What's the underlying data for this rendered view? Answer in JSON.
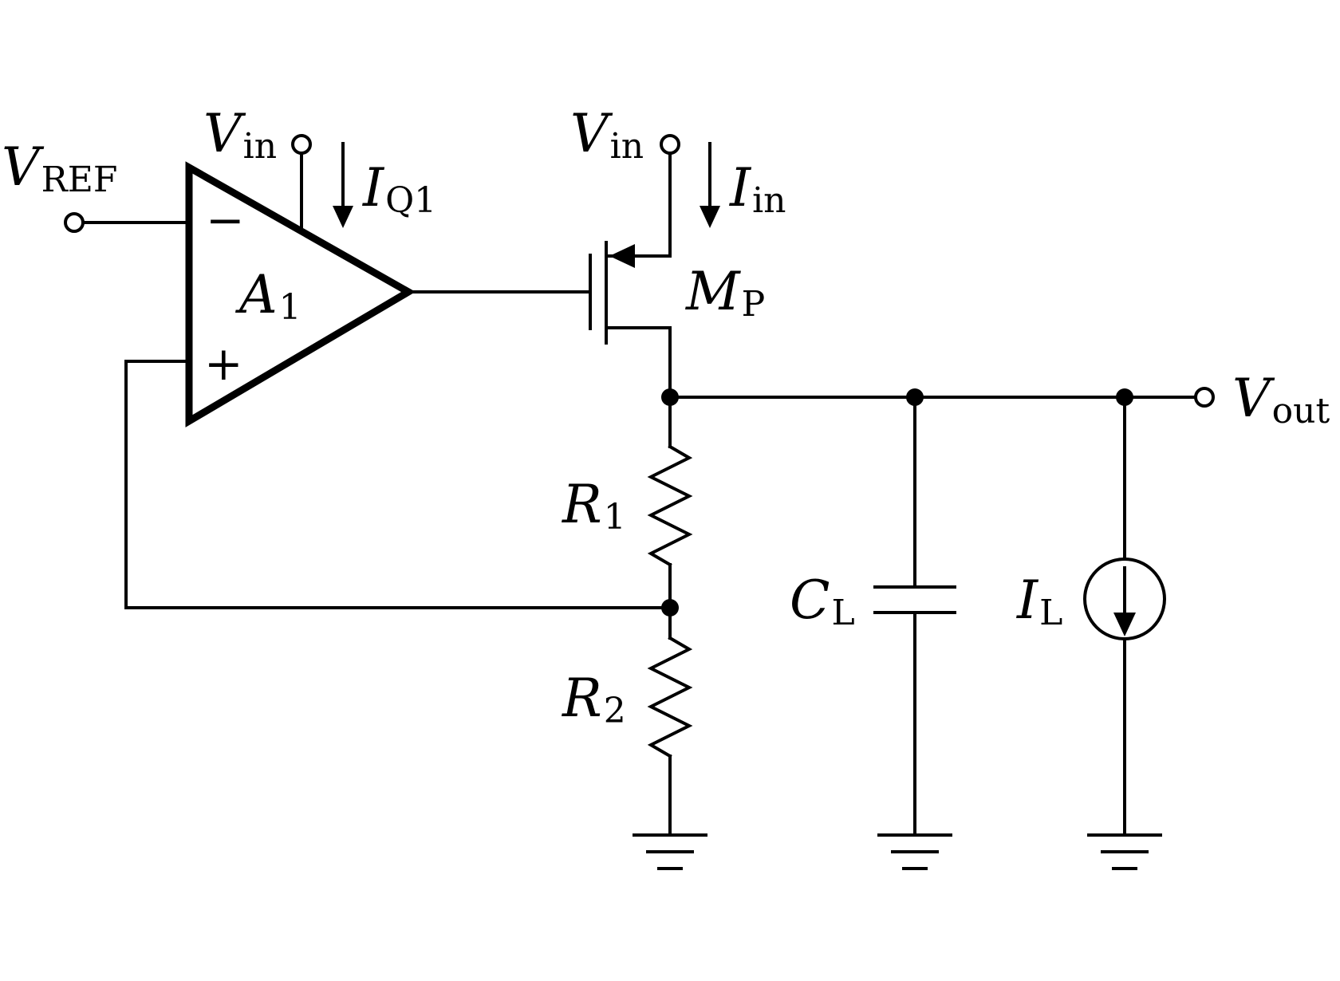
{
  "labels": {
    "vref": {
      "main": "V",
      "sub": "REF"
    },
    "vin_amp": {
      "main": "V",
      "sub": "in"
    },
    "iq1": {
      "main": "I",
      "sub": "Q1"
    },
    "vin_mp": {
      "main": "V",
      "sub": "in"
    },
    "iin": {
      "main": "I",
      "sub": "in"
    },
    "a1": {
      "main": "A",
      "sub": "1"
    },
    "mp": {
      "main": "M",
      "sub": "P"
    },
    "vout": {
      "main": "V",
      "sub": "out"
    },
    "r1": {
      "main": "R",
      "sub": "1"
    },
    "r2": {
      "main": "R",
      "sub": "2"
    },
    "cl": {
      "main": "C",
      "sub": "L"
    },
    "il": {
      "main": "I",
      "sub": "L"
    },
    "minus": "−",
    "plus": "+"
  }
}
